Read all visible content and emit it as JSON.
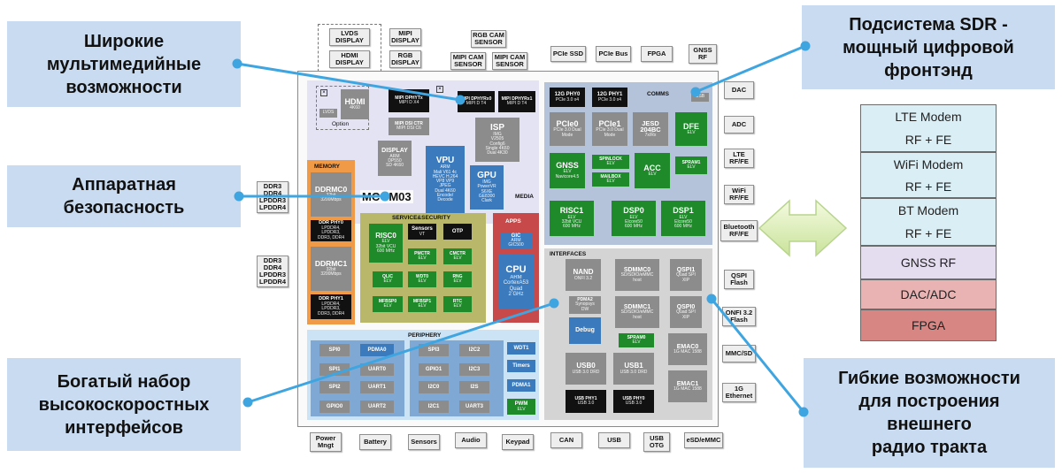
{
  "callouts": {
    "multimedia": "Широкие\nмультимедийные\nвозможности",
    "security": "Аппаратная\nбезопасность",
    "interfaces": "Богатый набор\nвысокоскоростных\nинтерфейсов",
    "sdr": "Подсистема SDR -\nмощный цифровой\nфронтэнд",
    "rf": "Гибкие возможности\nдля построения\nвнешнего\nрадио тракта"
  },
  "top_pins": [
    "LVDS\nDISPLAY",
    "HDMI\nDISPLAY",
    "MIPI\nDISPLAY",
    "RGB\nDISPLAY",
    "RGB CAM\nSENSOR",
    "MIPI CAM\nSENSOR",
    "MIPI CAM\nSENSOR",
    "PCIe SSD",
    "PCIe Bus",
    "FPGA",
    "GNSS\nRF"
  ],
  "right_pins": [
    "DAC",
    "ADC",
    "LTE\nRF/FE",
    "WiFi\nRF/FE",
    "Bluetooth\nRF/FE",
    "QSPI\nFlash",
    "ONFI 3.2\nFlash",
    "MMC/SD",
    "1G\nEthernet"
  ],
  "left_pins": [
    "DDR3\nDDR4\nLPDDR3\nLPDDR4",
    "DDR3\nDDR4\nLPDDR3\nLPDDR4"
  ],
  "bottom_pins": [
    "Power\nMngt",
    "Battery",
    "Sensors",
    "Audio",
    "Keypad",
    "CAN",
    "USB",
    "USB\nOTG",
    "eSD/eMMC"
  ],
  "chip": {
    "name": "MCOM03",
    "media": {
      "title": "MEDIA",
      "option": "Option",
      "lvds": "LVDS",
      "hdmi": {
        "t": "HDMI",
        "s": "4K60"
      },
      "dphy_tx": {
        "t": "MIPI DPHYTx",
        "s": "MIPI D X4"
      },
      "dphy_rx0": {
        "t": "MIPI DPHYRx0",
        "s": "MIPI D T4"
      },
      "dphy_rx1": {
        "t": "MIPI DPHYRx1",
        "s": "MIPI D T4"
      },
      "dsi": {
        "t": "MIPI DSI CTR",
        "s": "MIPI DSI C6"
      },
      "isp": {
        "t": "ISP",
        "s": "IMG\nV2505\nConfig6\nSingle 4K60\nDual 4K30"
      },
      "display": {
        "t": "DISPLAY",
        "s": "ARM\nDP550\nSD 4K60"
      },
      "vpu": {
        "t": "VPU",
        "s": "ARM\nMali V61 4c\nHEVC H.264\nVP8 VP9\nJPEG\nDual 4K60\nEncode/\nDecode"
      },
      "gpu": {
        "t": "GPU",
        "s": "IMG\nPowerVR\nS6XE\nGE8300\nClark"
      }
    },
    "memory": {
      "title": "MEMORY",
      "ddrmc0": {
        "t": "DDRMC0",
        "s": "32bit\n3200Mbps"
      },
      "phy0": {
        "t": "DDR PHY0",
        "s": "LPDDR4,\nLPDDR3,\nDDR3, DDR4"
      },
      "ddrmc1": {
        "t": "DDRMC1",
        "s": "32bit\n3200Mbps"
      },
      "phy1": {
        "t": "DDR PHY1",
        "s": "LPDDR4,\nLPDDR3,\nDDR3, DDR4"
      }
    },
    "security": {
      "title": "SERVICE&SECURITY",
      "risc0": {
        "t": "RISC0",
        "s": "ELV\n32bit VCU\n600 MHz"
      },
      "sensors": {
        "t": "Sensors",
        "s": "VT"
      },
      "otp": {
        "t": "OTP",
        "s": ""
      },
      "pmctr": {
        "t": "PMCTR",
        "s": "ELV"
      },
      "cmctr": {
        "t": "CMCTR",
        "s": "ELV"
      },
      "qlic": {
        "t": "QLIC",
        "s": "ELV"
      },
      "wdt0": {
        "t": "WDT0",
        "s": "ELV"
      },
      "rng": {
        "t": "RNG",
        "s": "ELV"
      },
      "mfbsp0": {
        "t": "MFBSP0",
        "s": "ELV"
      },
      "mfbsp1": {
        "t": "MFBSP1",
        "s": "ELV"
      },
      "rtc": {
        "t": "RTC",
        "s": "ELV"
      }
    },
    "apps": {
      "title": "APPS",
      "gic": {
        "t": "GIC",
        "s": "ARM\nGIC500"
      },
      "cpu": {
        "t": "CPU",
        "s": "ARM\nCortexA53\nQuad\n2 GHz"
      }
    },
    "comms": {
      "title": "COMMS",
      "usb": "USB",
      "phy0": {
        "t": "12G PHY0",
        "s": "PCIe 3.0 x4"
      },
      "phy1": {
        "t": "12G PHY1",
        "s": "PCIe 3.0 x4"
      },
      "pcie0": {
        "t": "PCIe0",
        "s": "PCIe 3.0 Dual\nMode"
      },
      "pcie1": {
        "t": "PCIe1",
        "s": "PCIe 3.0 Dual\nMode"
      },
      "jesd": {
        "t": "JESD\n204BC",
        "s": "7x/Rx"
      },
      "dfe": {
        "t": "DFE",
        "s": "ELV"
      },
      "gnss": {
        "t": "GNSS",
        "s": "ELV\nNavicore4.5"
      },
      "spinlock": {
        "t": "SPINLOCK",
        "s": "ELV"
      },
      "mailbox": {
        "t": "MAILBOX",
        "s": "ELV"
      },
      "acc": {
        "t": "ACC",
        "s": "ELV"
      },
      "spram1": {
        "t": "SPRAM1",
        "s": "ELV"
      },
      "risc1": {
        "t": "RISC1",
        "s": "ELV\n32bit VCU\n600 MHz"
      },
      "dsp0": {
        "t": "DSP0",
        "s": "ELV\nElcore50\n600 MHz"
      },
      "dsp1": {
        "t": "DSP1",
        "s": "ELV\nElcore50\n600 MHz"
      }
    },
    "periphery": {
      "title": "PERIPHERY",
      "spi0": "SPI0",
      "spi1": "SPI1",
      "spi2": "SPI2",
      "gpio0": "GPIO0",
      "pdma0": "PDMA0",
      "uart0": "UART0",
      "uart1": "UART1",
      "uart2": "UART2",
      "spi3": "SPI3",
      "gpio1": "GPIO1",
      "i2c0": "I2C0",
      "i2c1": "I2C1",
      "i2c2": "I2C2",
      "i2c3": "I2C3",
      "i2s": "I2S",
      "uart3": "UART3",
      "wdt1": "WDT1",
      "timers": "Timers",
      "pdma1": "PDMA1",
      "pwm": {
        "t": "PWM",
        "s": "ELV"
      }
    },
    "interfaces": {
      "title": "INTERFACES",
      "nand": {
        "t": "NAND",
        "s": "ONFI 3.2"
      },
      "pdma2": {
        "t": "PDMA2",
        "s": "Synopsys\nDW"
      },
      "debug": {
        "t": "Debug",
        "s": ""
      },
      "sdmmc0": {
        "t": "SDMMC0",
        "s": "SD/SDIO/eMMC\nhost"
      },
      "qspi1": {
        "t": "QSPI1",
        "s": "Quad SPI\nXIP"
      },
      "sdmmc1": {
        "t": "SDMMC1",
        "s": "SD/SDIO/eMMC\nhost"
      },
      "qspi0": {
        "t": "QSPI0",
        "s": "Quad SPI\nXIP"
      },
      "spram0": {
        "t": "SPRAM0",
        "s": "ELV"
      },
      "emac0": {
        "t": "EMAC0",
        "s": "1G MAC 1588"
      },
      "usb0": {
        "t": "USB0",
        "s": "USB 3.0 DRD"
      },
      "usb1": {
        "t": "USB1",
        "s": "USB 3.0 DRD"
      },
      "emac1": {
        "t": "EMAC1",
        "s": "1G MAC 1588"
      },
      "usbphy1": {
        "t": "USB PHY1",
        "s": "USB 3.0"
      },
      "usbphy0": {
        "t": "USB PHY0",
        "s": "USB 3.0"
      }
    }
  },
  "stack": [
    {
      "line1": "LTE Modem",
      "line2": "RF + FE",
      "color": "#d9eef5"
    },
    {
      "line1": "WiFi Modem",
      "line2": "RF + FE",
      "color": "#d9eef5"
    },
    {
      "line1": "BT Modem",
      "line2": "RF + FE",
      "color": "#d9eef5"
    },
    {
      "line1": "GNSS RF",
      "line2": "",
      "color": "#e4dcef"
    },
    {
      "line1": "DAC/ADC",
      "line2": "",
      "color": "#e9b3b3"
    },
    {
      "line1": "FPGA",
      "line2": "",
      "color": "#d88683"
    }
  ]
}
